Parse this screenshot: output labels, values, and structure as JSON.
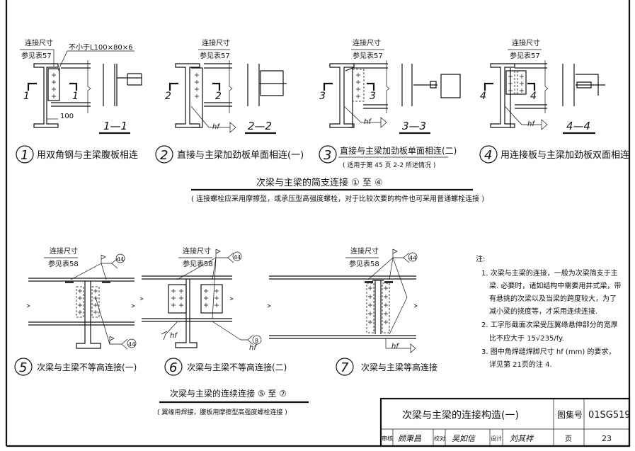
{
  "details_top": [
    {
      "num": "1",
      "dim_label": "连接尺寸",
      "dim_ref": "参见表57",
      "angle_note": "不小于L100×80×6",
      "dim_100": "100",
      "section_mark": "1",
      "section_title": "1—1",
      "caption": "用双角钢与主梁腹板相连"
    },
    {
      "num": "2",
      "dim_label": "连接尺寸",
      "dim_ref": "参见表57",
      "section_mark": "2",
      "weld": "hf",
      "section_title": "2—2",
      "caption": "直接与主梁加劲板单面相连(一)"
    },
    {
      "num": "3",
      "dim_label": "连接尺寸",
      "dim_ref": "参见表57",
      "section_mark": "3",
      "weld": "hf",
      "section_title": "3—3",
      "caption": "直接与主梁加劲板单面相连(二)",
      "subcaption": "( 适用于第 45 页 2-2 所述情况 )"
    },
    {
      "num": "4",
      "dim_label": "连接尺寸",
      "dim_ref": "参见表57",
      "section_mark": "4",
      "weld": "hf",
      "section_title": "4—4",
      "caption": "用连接板与主梁加劲板双面相连"
    }
  ],
  "group_top": {
    "heading": "次梁与主梁的简支连接 ① 至 ④",
    "note": "( 连接螺栓应采用摩擦型，或承压型高强度螺栓，对于比较次要的构件也可采用普通螺栓连接 )"
  },
  "details_bottom": [
    {
      "num": "5",
      "dim_label": "连接尺寸",
      "dim_ref": "参见表58",
      "weld_ref_1": "44",
      "weld_ref_2": "44",
      "caption": "次梁与主梁不等高连接(一)"
    },
    {
      "num": "6",
      "dim_label": "连接尺寸",
      "dim_ref": "参见表58",
      "weld_ref_1": "44",
      "weld_ref_2": "8",
      "weld": "hf",
      "caption": "次梁与主梁不等高连接(二)"
    },
    {
      "num": "7",
      "dim_label": "连接尺寸",
      "dim_ref": "参见表58",
      "weld_ref_1": "44",
      "weld": "hf",
      "caption": "次梁与主梁等高连接"
    }
  ],
  "group_bottom": {
    "heading": "次梁与主梁的连续连接 ⑤ 至 ⑦",
    "note": "( 翼缘用焊接，腹板用摩擦型高强度螺栓连接 )"
  },
  "notes": {
    "title": "注:",
    "items": [
      [
        "1. 次梁与主梁的连接，一般为次梁简支于主",
        "梁. 必要时，诸如结构中需要用井式梁，带",
        "有悬挑的次梁以及当梁的跨度较大，为了",
        "减小梁的挠度等，才采用连续连接."
      ],
      [
        "2. 工字形截面次梁受压翼缘悬伸部分的宽厚",
        "比不应大于 15√235/fy."
      ],
      [
        "3. 图中角焊缝焊脚尺寸 hf (mm) 的要求，",
        "详见第 21页的注 4."
      ]
    ]
  },
  "title_block": {
    "title": "次梁与主梁的连接构造(一)",
    "atlas_label": "图集号",
    "atlas_no": "01SG519",
    "review_label": "审核",
    "reviewer": "顾秉昌",
    "check_label": "校对",
    "checker": "吴如信",
    "design_label": "设计",
    "designer": "刘其祥",
    "page_label": "页",
    "page_no": "23"
  }
}
